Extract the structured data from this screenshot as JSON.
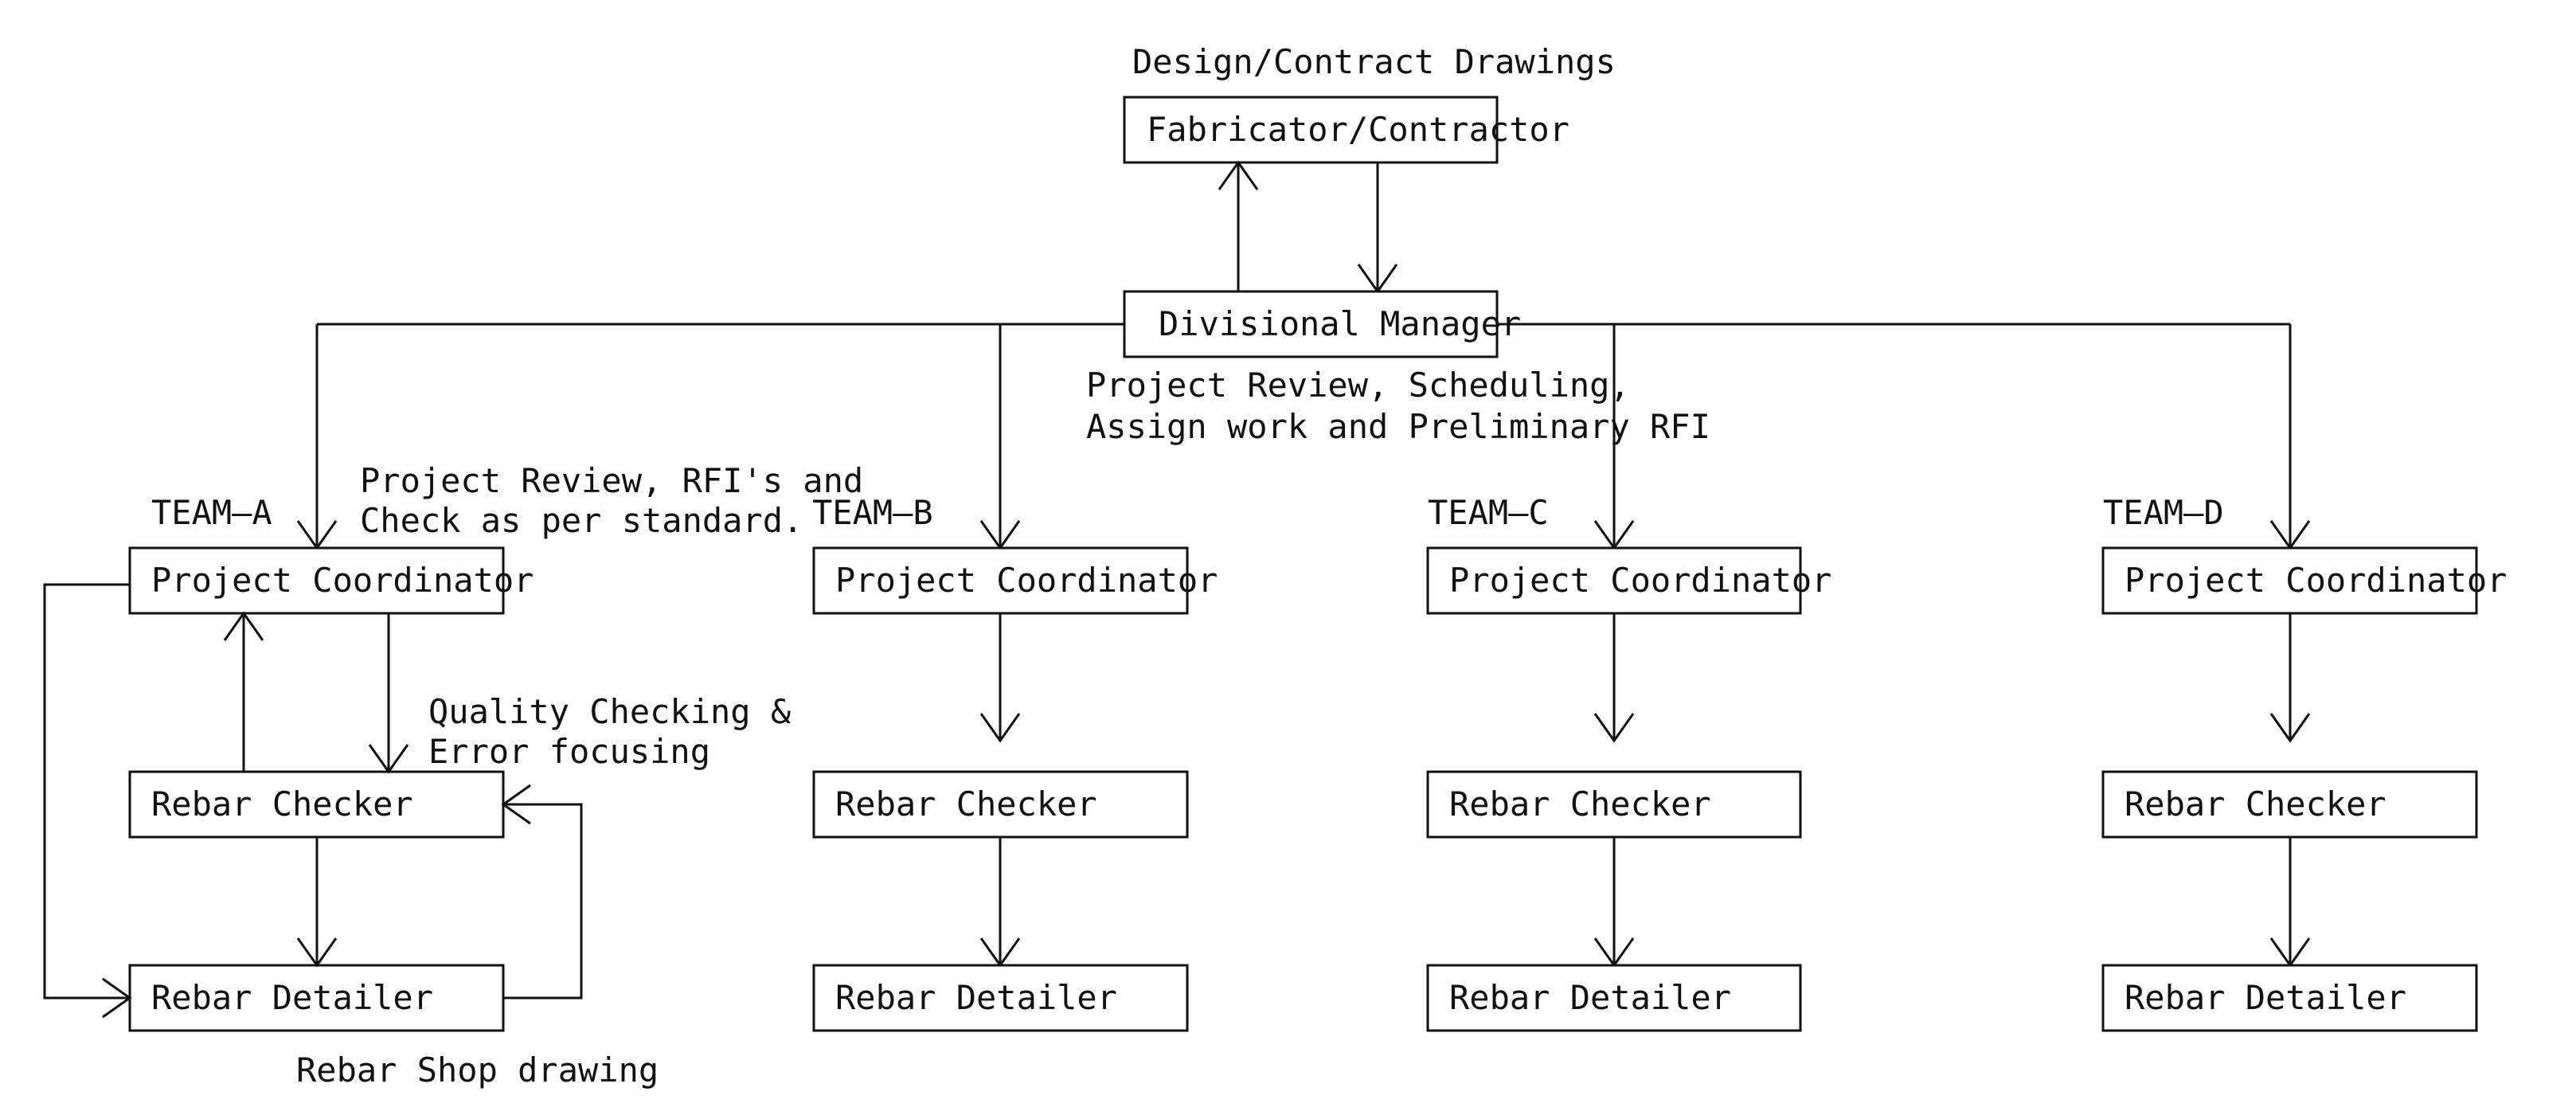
{
  "top": {
    "source_label": "Design/Contract Drawings",
    "fabricator": "Fabricator/Contractor",
    "manager": "Divisional Manager",
    "manager_note_line1": "Project Review, Scheduling,",
    "manager_note_line2": "Assign work and Preliminary RFI"
  },
  "team_a_notes": {
    "review_line1": "Project Review,  RFI's and",
    "review_line2": "Check as per standard.",
    "quality_line1": "Quality Checking &",
    "quality_line2": "Error focusing",
    "shop_drawing": "Rebar Shop drawing"
  },
  "teams": [
    {
      "name": "TEAM–A",
      "coordinator": "Project Coordinator",
      "checker": "Rebar Checker",
      "detailer": "Rebar Detailer"
    },
    {
      "name": "TEAM–B",
      "coordinator": "Project Coordinator",
      "checker": "Rebar Checker",
      "detailer": "Rebar Detailer"
    },
    {
      "name": "TEAM–C",
      "coordinator": "Project Coordinator",
      "checker": "Rebar Checker",
      "detailer": "Rebar Detailer"
    },
    {
      "name": "TEAM–D",
      "coordinator": "Project Coordinator",
      "checker": "Rebar Checker",
      "detailer": "Rebar Detailer"
    }
  ]
}
